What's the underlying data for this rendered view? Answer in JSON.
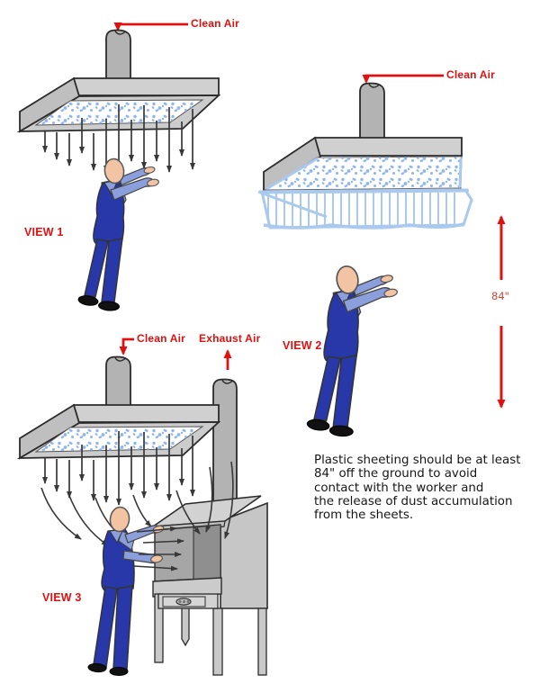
{
  "colors": {
    "label_red": "#e11010",
    "dimension_red": "#cc4433",
    "hood_gray": "#cfcfcf",
    "duct_gray": "#b3b3b3",
    "filter_speckle_blue": "#8fb5ea",
    "curtain_blue": "#a9c9ef",
    "overalls_blue": "#2838a8",
    "shirt_blue": "#8c9fdd",
    "skin_tan": "#f2c4a4",
    "arrow_black": "#383838"
  },
  "view1": {
    "label": "VIEW 1",
    "clean_air_label": "Clean Air"
  },
  "view2": {
    "label": "VIEW 2",
    "clean_air_label": "Clean Air",
    "height_dimension": "84\""
  },
  "view3": {
    "label": "VIEW 3",
    "clean_air_label": "Clean Air",
    "exhaust_air_label": "Exhaust Air"
  },
  "note": {
    "lines": [
      "Plastic sheeting should be at least",
      "84\" off the ground to avoid",
      "contact with the worker and",
      "the release of dust accumulation",
      "from the sheets."
    ]
  }
}
